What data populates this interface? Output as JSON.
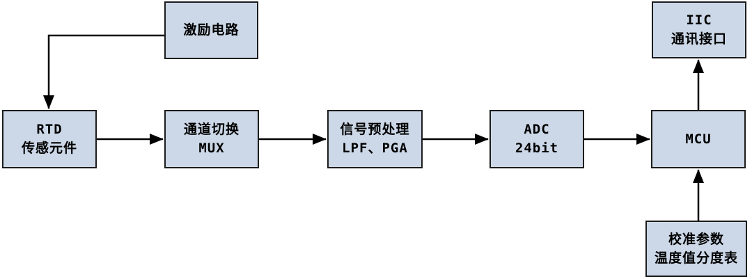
{
  "colors": {
    "background": "#ffffff",
    "box_fill": "#ccd8e7",
    "box_border": "#1c1c1c",
    "arrow": "#000000",
    "text": "#000000"
  },
  "nodes": {
    "excitation": {
      "line1": "激励电路"
    },
    "rtd": {
      "line1": "RTD",
      "line2": "传感元件"
    },
    "mux": {
      "line1": "通道切换",
      "line2": "MUX"
    },
    "preprocess": {
      "line1": "信号预处理",
      "line2": "LPF、PGA"
    },
    "adc": {
      "line1": "ADC",
      "line2": "24bit"
    },
    "mcu": {
      "line1": "MCU"
    },
    "iic": {
      "line1": "IIC",
      "line2": "通讯接口"
    },
    "calibration": {
      "line1": "校准参数",
      "line2": "温度值分度表"
    }
  }
}
